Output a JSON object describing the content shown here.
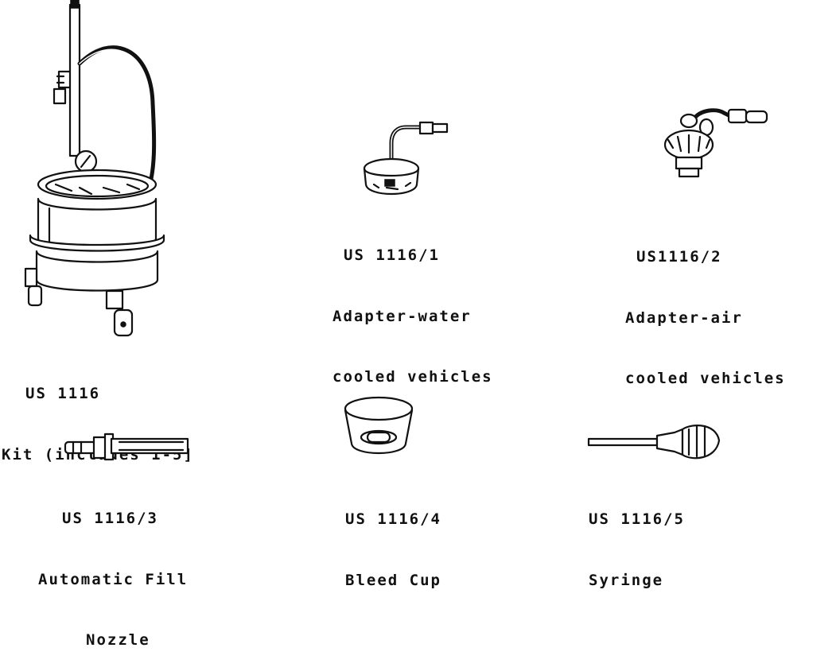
{
  "tools": [
    {
      "id": "kit",
      "lines": [
        "US 1116",
        "Kit (includes 1-5]"
      ],
      "icon": "pressure-bleeder-kit-icon"
    },
    {
      "id": "adapter1",
      "lines": [
        "US 1116/1",
        "Adapter-water",
        "cooled vehicles"
      ],
      "icon": "water-cooled-adapter-icon"
    },
    {
      "id": "adapter2",
      "lines": [
        "US1116/2",
        "Adapter-air",
        "cooled vehicles"
      ],
      "icon": "air-cooled-adapter-icon"
    },
    {
      "id": "nozzle",
      "lines": [
        "US 1116/3",
        "Automatic Fill",
        "Nozzle"
      ],
      "icon": "fill-nozzle-icon"
    },
    {
      "id": "cup",
      "lines": [
        "US 1116/4",
        "Bleed Cup"
      ],
      "icon": "bleed-cup-icon"
    },
    {
      "id": "syringe",
      "lines": [
        "US 1116/5",
        "Syringe"
      ],
      "icon": "syringe-icon"
    }
  ]
}
